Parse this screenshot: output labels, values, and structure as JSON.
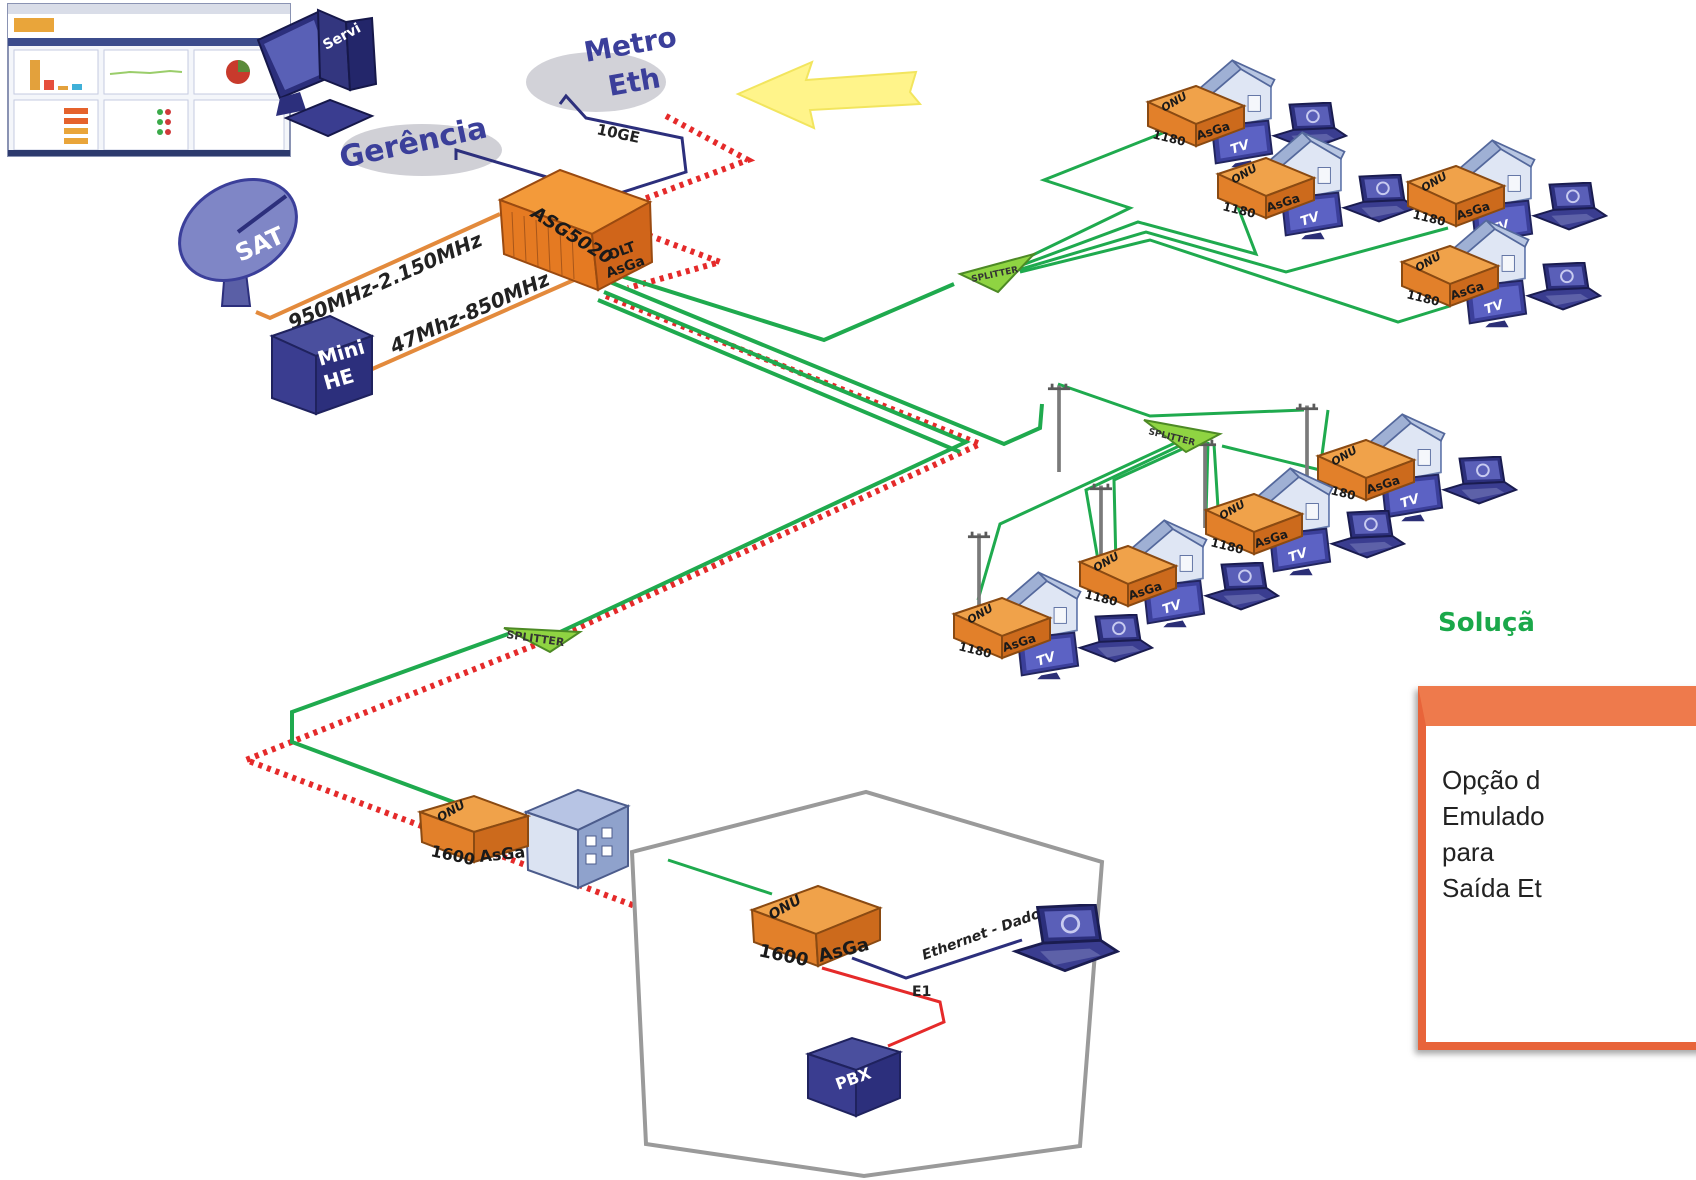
{
  "diagram": {
    "server_label": "Servi",
    "metro_label": [
      "Metro",
      "Eth"
    ],
    "gerencia_label": "Gerência",
    "link_10ge_label": "10GE",
    "olt_model_label": "ASG5020",
    "olt_label": [
      "OLT",
      "AsGa"
    ],
    "sat_label": "SAT",
    "freq_sat_label": "950MHz-2.150MHz",
    "freq_he_label": "47Mhz-850MHz",
    "minihe_label": [
      "Mini",
      "HE"
    ],
    "splitter_label": "SPLITTER",
    "onu_label": "ONU",
    "onu_1180_model": "1180",
    "brand_label": "AsGa",
    "tv_label": "TV",
    "onu_1600_model": "1600",
    "ethernet_label": "Ethernet - Dados",
    "e1_label": "E1",
    "pbx_label": "PBX"
  },
  "solucao": {
    "heading": "Soluçã",
    "callout_lines": [
      "Opção d",
      "Emulado",
      "para",
      "Saída Et"
    ]
  },
  "colors": {
    "fiber_green": "#1faa4e",
    "ethernet_navy": "#2c2f7c",
    "e1_red": "#e52a2a",
    "rf_orange": "#e38a3c",
    "onu_orange": "#e98a2c",
    "device_navy": "#3a3a8c",
    "accent_heading": "#1aa84a",
    "callout_border": "#e8643a",
    "arrow_yellow": "#fff37a"
  },
  "icons": [
    "monitor-icon",
    "server-tower-icon",
    "satellite-dish-icon",
    "house-icon",
    "laptop-icon",
    "building-icon",
    "utility-pole-icon",
    "arrow-left-icon"
  ]
}
